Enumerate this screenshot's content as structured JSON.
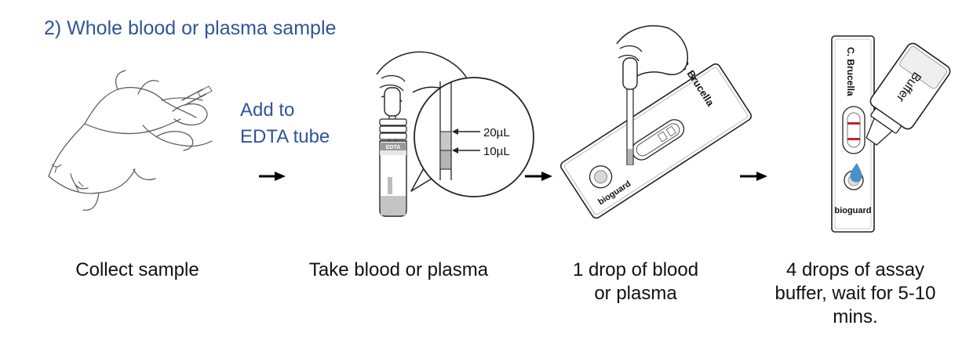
{
  "title": "2)  Whole blood or plasma sample",
  "note": {
    "line1": "Add to",
    "line2": "EDTA tube"
  },
  "tube": {
    "label": "EDTA",
    "mark_upper": "20µL",
    "mark_lower": "10µL"
  },
  "cassette": {
    "name": "C. Brucella",
    "brand": "bioguard"
  },
  "buffer_bottle": {
    "label": "Buffer"
  },
  "steps": [
    {
      "caption": "Collect sample"
    },
    {
      "caption": "Take blood or plasma"
    },
    {
      "caption_line1": "1 drop of blood",
      "caption_line2": "or plasma"
    },
    {
      "caption_line1": "4 drops of assay",
      "caption_line2": "buffer, wait for 5-10",
      "caption_line3": "mins."
    }
  ],
  "colors": {
    "title": "#2f5597",
    "control_line": "#c0252b",
    "drop": "#4a90c8"
  }
}
